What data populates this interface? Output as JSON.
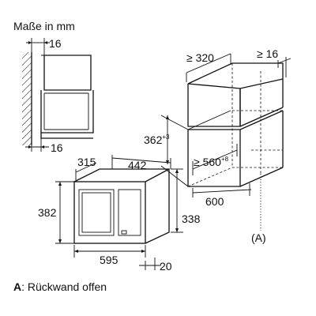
{
  "units_label": "Maße in mm",
  "side_view": {
    "top_gap": "16",
    "bottom_gap": "16"
  },
  "niche": {
    "depth_min": "≥ 320",
    "side_gap_min": "≥ 16",
    "height_base": "362",
    "height_tol": "+3",
    "width_base": "≥ 560",
    "width_tol": "+8",
    "depth": "600",
    "rear_marker": "(A)"
  },
  "appliance": {
    "depth": "315",
    "width_top": "442",
    "height_front": "382",
    "height_side": "338",
    "width_front": "595",
    "frame_depth": "20"
  },
  "legend": {
    "key": "A",
    "text": ": Rückwand offen"
  }
}
